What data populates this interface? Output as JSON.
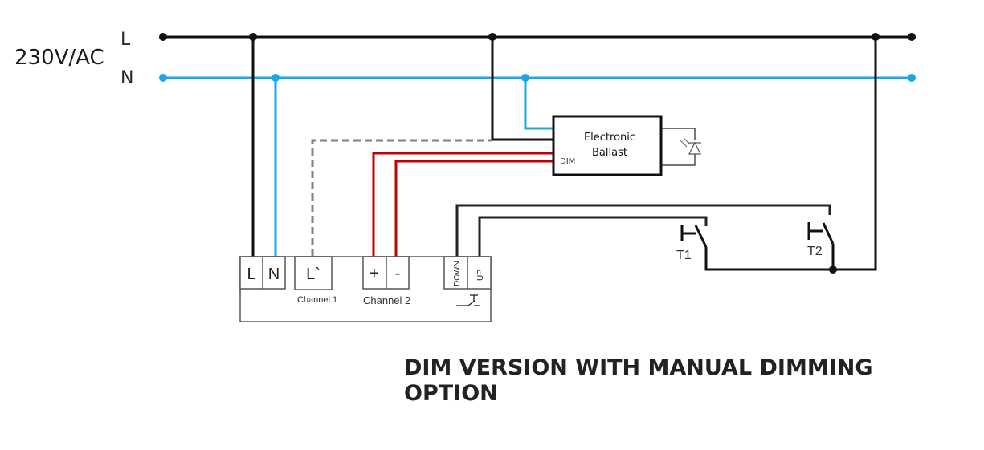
{
  "supply": {
    "voltage_label": "230V/AC",
    "line_label": "L",
    "neutral_label": "N"
  },
  "colors": {
    "line_wire": "#111111",
    "neutral_wire": "#1aa7e8",
    "dim_wire": "#c00000",
    "dashed_wire": "#808080",
    "switch_wire": "#222222"
  },
  "device": {
    "terminals": {
      "l": "L",
      "n": "N",
      "l_switched": "L`",
      "plus": "+",
      "minus": "-",
      "down": "DOWN",
      "up": "UP"
    },
    "channel1_label": "Channel 1",
    "channel2_label": "Channel 2",
    "pushbutton_symbol": "pushbutton-icon"
  },
  "ballast": {
    "line1": "Electronic",
    "line2": "Ballast",
    "dim_label": "DIM",
    "load_icon": "led-diode-icon"
  },
  "switches": {
    "t1": "T1",
    "t2": "T2"
  },
  "caption": {
    "line1": "DIM VERSION WITH MANUAL DIMMING",
    "line2": "OPTION"
  }
}
